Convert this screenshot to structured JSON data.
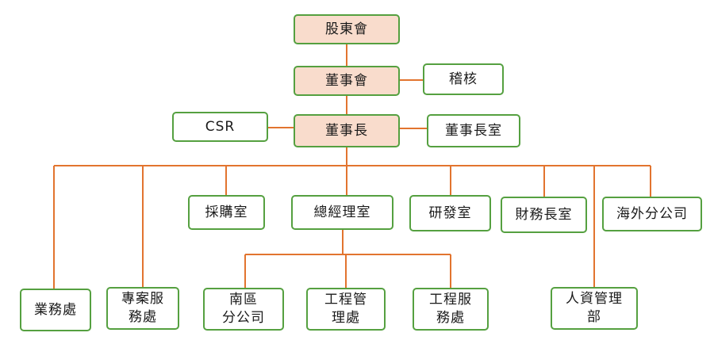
{
  "colors": {
    "box_border": "#55a040",
    "exec_fill": "#f9dccc",
    "connector": "#e2742f"
  },
  "nodes": {
    "shareholders": "股東會",
    "board": "董事會",
    "audit": "稽核",
    "csr": "CSR",
    "chairman": "董事長",
    "chairman_office": "董事長室",
    "purchasing": "採購室",
    "gm_office": "總經理室",
    "rnd": "研發室",
    "finance_office": "財務長室",
    "overseas": "海外分公司",
    "sales": "業務處",
    "project_service": "專案服\n務處",
    "south_branch": "南區\n分公司",
    "engineering_mgmt": "工程管\n理處",
    "engineering_service": "工程服\n務處",
    "hr": "人資管理\n部"
  }
}
